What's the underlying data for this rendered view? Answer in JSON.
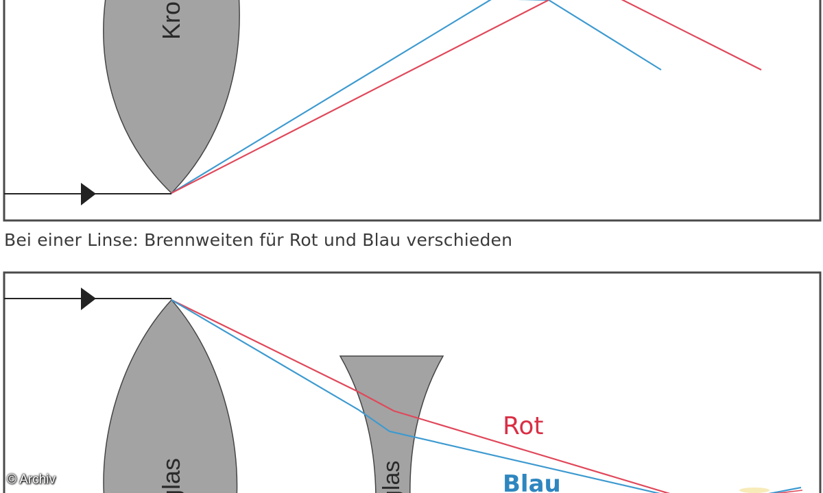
{
  "caption": "Bei einer Linse: Brennweiten für Rot und Blau verschieden",
  "watermark": "© Archiv",
  "top_panel": {
    "lens_label": "Kro"
  },
  "bottom_panel": {
    "lens1_label": "glas",
    "lens2_label": "glas",
    "red_label": "Rot",
    "blue_label": "Blau"
  },
  "colors": {
    "red_ray": "#e0485a",
    "blue_ray": "#3d9ad0",
    "red_text": "#d92f45",
    "blue_text": "#2e86bf",
    "lens_fill": "#a3a3a3",
    "frame": "#4a4a4a",
    "input_ray": "#222222"
  }
}
